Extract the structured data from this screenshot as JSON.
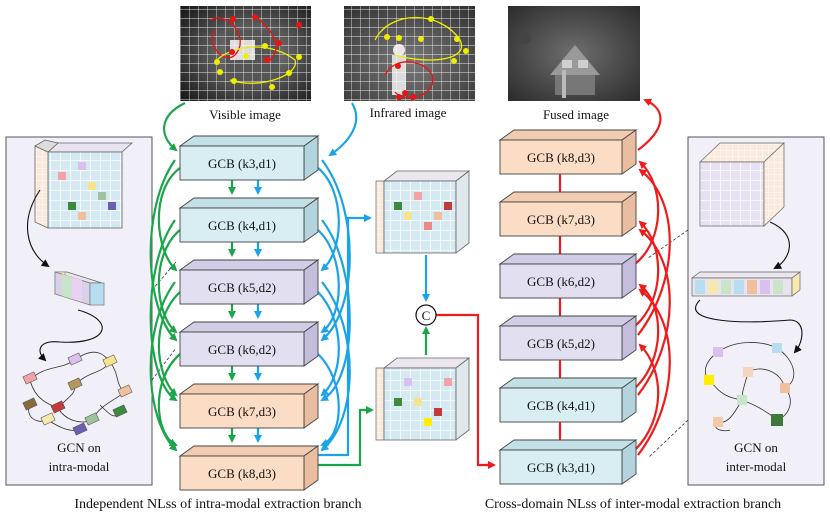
{
  "images": {
    "visible": "Visible image",
    "infrared": "Infrared image",
    "fused": "Fused image"
  },
  "left_branch": {
    "blocks": [
      "GCB (k3,d1)",
      "GCB (k4,d1)",
      "GCB (k5,d2)",
      "GCB (k6,d2)",
      "GCB (k7,d3)",
      "GCB (k8,d3)"
    ],
    "caption": "Independent NLss of intra-modal extraction branch"
  },
  "right_branch": {
    "blocks": [
      "GCB (k8,d3)",
      "GCB (k7,d3)",
      "GCB (k6,d2)",
      "GCB (k5,d2)",
      "GCB (k4,d1)",
      "GCB (k3,d1)"
    ],
    "caption": "Cross-domain NLss of inter-modal extraction branch"
  },
  "concat_symbol": "C",
  "left_panel": {
    "line1": "GCN on",
    "line2": "intra-modal"
  },
  "right_panel": {
    "line1": "GCN on",
    "line2": "inter-modal"
  },
  "colors": {
    "green": "#1aa64a",
    "blue": "#1aa3e8",
    "red": "#ee1c1c",
    "block_light_blue": "#d8eef2",
    "block_lavender": "#e2dff0",
    "block_peach": "#fbdcc4",
    "panel_bg": "#f1eff8"
  }
}
